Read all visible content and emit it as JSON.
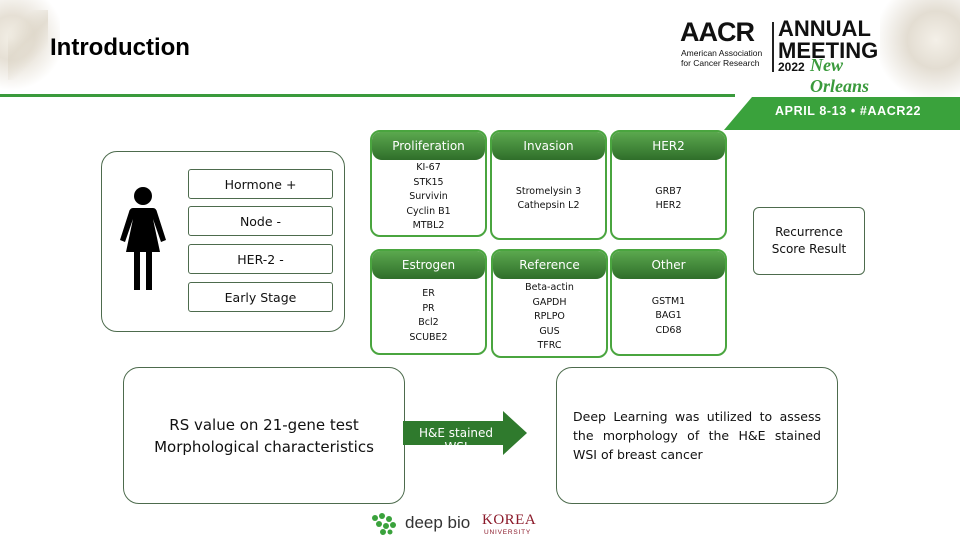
{
  "slide": {
    "title": "Introduction",
    "colors": {
      "accent_green": "#3a9a3c",
      "card_header_green": "#3d7f34",
      "box_border": "#4d6b4d",
      "korea_red": "#8b1a2a"
    }
  },
  "logo": {
    "aacr": "AACR",
    "org_line1": "American Association",
    "org_line2": "for Cancer Research",
    "annual": "ANNUAL",
    "meeting": "MEETING",
    "year": "2022",
    "city": "New Orleans"
  },
  "banner": {
    "text": "APRIL 8-13 • #AACR22"
  },
  "patient": {
    "icon": "female-person-icon",
    "tags": [
      "Hormone +",
      "Node -",
      "HER-2 -",
      "Early Stage"
    ]
  },
  "gene_groups": [
    {
      "name": "Proliferation",
      "genes": [
        "KI-67",
        "STK15",
        "Survivin",
        "Cyclin B1",
        "MTBL2"
      ]
    },
    {
      "name": "Invasion",
      "genes": [
        "Stromelysin 3",
        "Cathepsin L2"
      ]
    },
    {
      "name": "HER2",
      "genes": [
        "GRB7",
        "HER2"
      ]
    },
    {
      "name": "Estrogen",
      "genes": [
        "ER",
        "PR",
        "Bcl2",
        "SCUBE2"
      ]
    },
    {
      "name": "Reference",
      "genes": [
        "Beta-actin",
        "GAPDH",
        "RPLPO",
        "GUS",
        "TFRC"
      ]
    },
    {
      "name": "Other",
      "genes": [
        "GSTM1",
        "BAG1",
        "CD68"
      ]
    }
  ],
  "recurrence": {
    "line1": "Recurrence",
    "line2": "Score Result"
  },
  "rs_box": {
    "line1": "RS value on 21-gene test",
    "line2": "Morphological characteristics"
  },
  "arrow": {
    "label": "H&E stained WSI"
  },
  "dl_box": {
    "text": "Deep Learning was utilized to assess the morphology of the H&E stained WSI of breast cancer"
  },
  "footer": {
    "deepbio": "deep bio",
    "korea": "KOREA",
    "university": "UNIVERSITY"
  }
}
